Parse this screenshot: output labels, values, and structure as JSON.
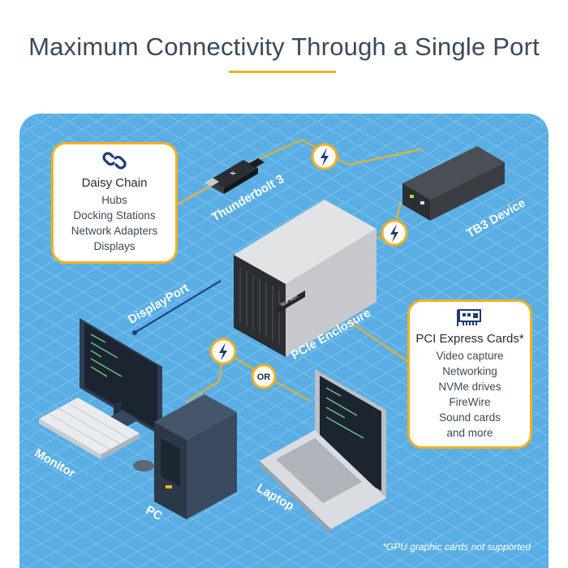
{
  "title": "Maximum Connectivity Through a Single Port",
  "daisy_chain": {
    "icon": "chain-link-icon",
    "title": "Daisy Chain",
    "items": [
      "Hubs",
      "Docking Stations",
      "Network Adapters",
      "Displays"
    ]
  },
  "pci_cards": {
    "icon": "pci-card-icon",
    "title": "PCI Express Cards*",
    "items": [
      "Video capture",
      "Networking",
      "NVMe drives",
      "FireWire",
      "Sound cards",
      "and more"
    ]
  },
  "labels": {
    "thunderbolt": "Thunderbolt 3",
    "tb3_device": "TB3 Device",
    "displayport": "DisplayPort",
    "pcie_enclosure": "PCIe Enclosure",
    "monitor": "Monitor",
    "pc": "PC",
    "laptop": "Laptop",
    "or": "OR",
    "brand": "StarTech"
  },
  "footnote": "*GPU graphic cards not supported",
  "colors": {
    "background": "#5aaee4",
    "accent": "#f2b01e",
    "title_text": "#3a4a5c"
  }
}
